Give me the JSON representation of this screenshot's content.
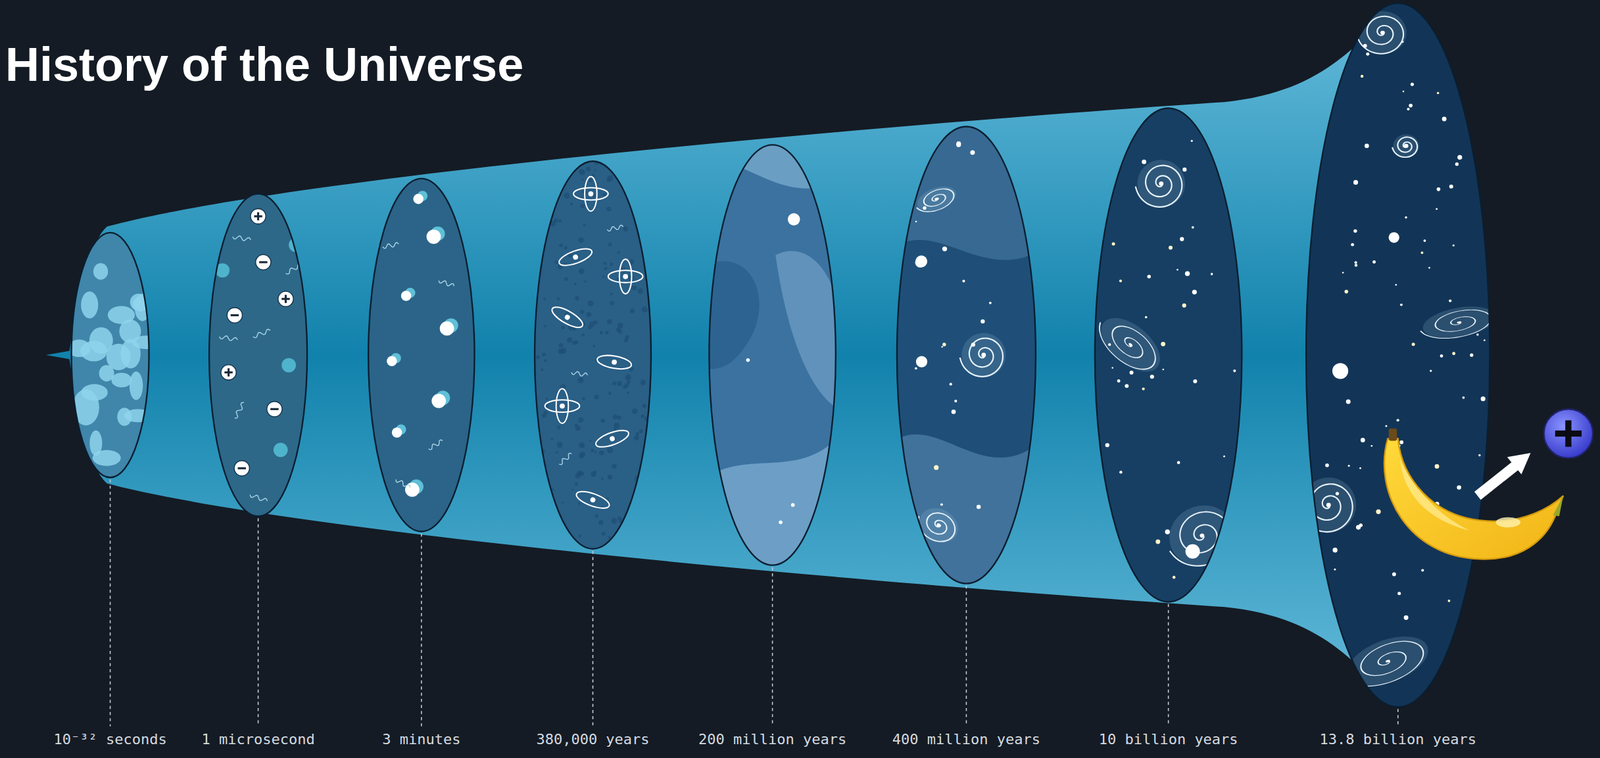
{
  "diagram": {
    "title": "History of the Universe",
    "labels": [
      "10⁻³² seconds",
      "1 microsecond",
      "3 minutes",
      "380,000 years",
      "200 million years",
      "400 million years",
      "10 billion years",
      "13.8 billion years"
    ]
  }
}
